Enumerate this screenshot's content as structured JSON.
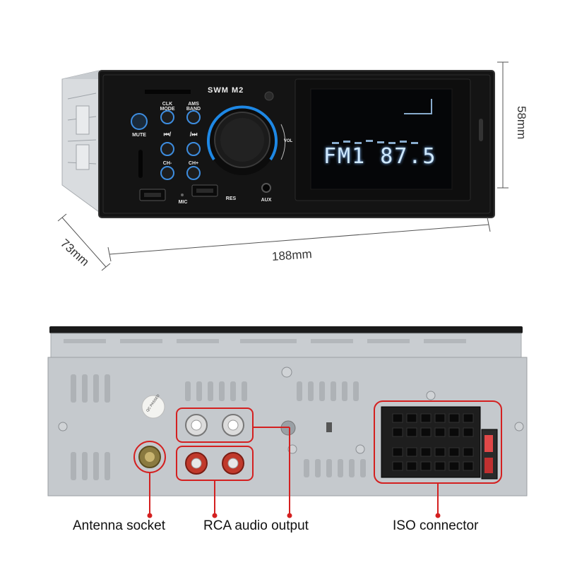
{
  "dimensions": {
    "height": "58mm",
    "width": "188mm",
    "depth": "73mm"
  },
  "front_panel": {
    "model": "SWM M2",
    "display_reading": "FM1 87.5",
    "buttons": {
      "mute": "MUTE",
      "clk_mode": "CLK\nMODE",
      "ams_band": "AMS\nBAND",
      "ch_minus": "CH-",
      "ch_plus": "CH+",
      "prev_call": "⏮/",
      "hangup_next": "/⏭",
      "res": "RES",
      "vol": "VOL"
    },
    "ports": {
      "mic": "MIC",
      "aux": "AUX"
    }
  },
  "rear_panel": {
    "sticker": "QC PASSED",
    "callouts": {
      "antenna": "Antenna socket",
      "rca": "RCA audio output",
      "iso": "ISO connector"
    }
  },
  "colors": {
    "callout_red": "#d42020",
    "lcd_glow": "#cfe9ff",
    "knob_ring": "#1e88e5"
  }
}
